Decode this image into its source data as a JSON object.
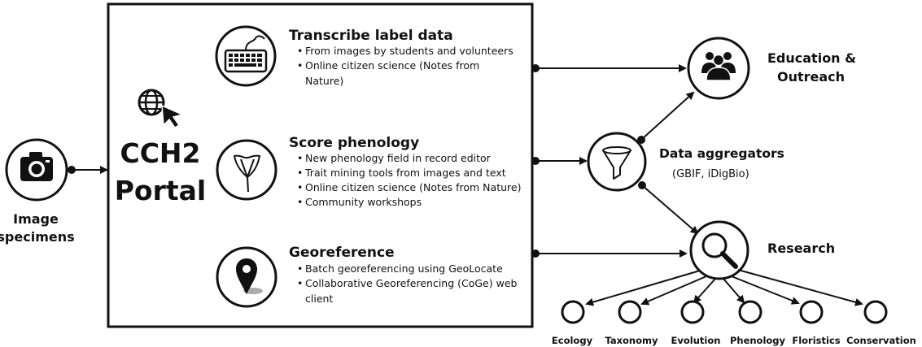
{
  "portal": {
    "line1": "CCH2",
    "line2": "Portal"
  },
  "image_specimens": {
    "line1": "Image",
    "line2": "specimens"
  },
  "transcribe": {
    "title": "Transcribe label data",
    "items": [
      "From images by students and volunteers",
      "Online citizen science (Notes from",
      "Nature)"
    ]
  },
  "phenology": {
    "title": "Score phenology",
    "items": [
      "New phenology field in record editor",
      "Trait mining tools from images and text",
      "Online citizen science (Notes from Nature)",
      "Community workshops"
    ]
  },
  "georeference": {
    "title": "Georeference",
    "items": [
      "Batch georeferencing using GeoLocate",
      "Collaborative Georeferencing (CoGe) web",
      "client"
    ]
  },
  "education": {
    "line1": "Education &",
    "line2": "Outreach"
  },
  "aggregators": {
    "title": "Data aggregators",
    "subtitle": "(GBIF, iDigBio)"
  },
  "research": {
    "title": "Research"
  },
  "outcomes": [
    "Ecology",
    "Taxonomy",
    "Evolution",
    "Phenology",
    "Floristics",
    "Conservation"
  ],
  "icons": {
    "portal": "globe-cursor-icon",
    "camera": "camera-icon",
    "keyboard": "keyboard-icon",
    "flower": "flower-icon",
    "pin": "map-pin-icon",
    "people": "people-icon",
    "funnel": "funnel-icon",
    "magnifier": "magnifier-icon"
  }
}
